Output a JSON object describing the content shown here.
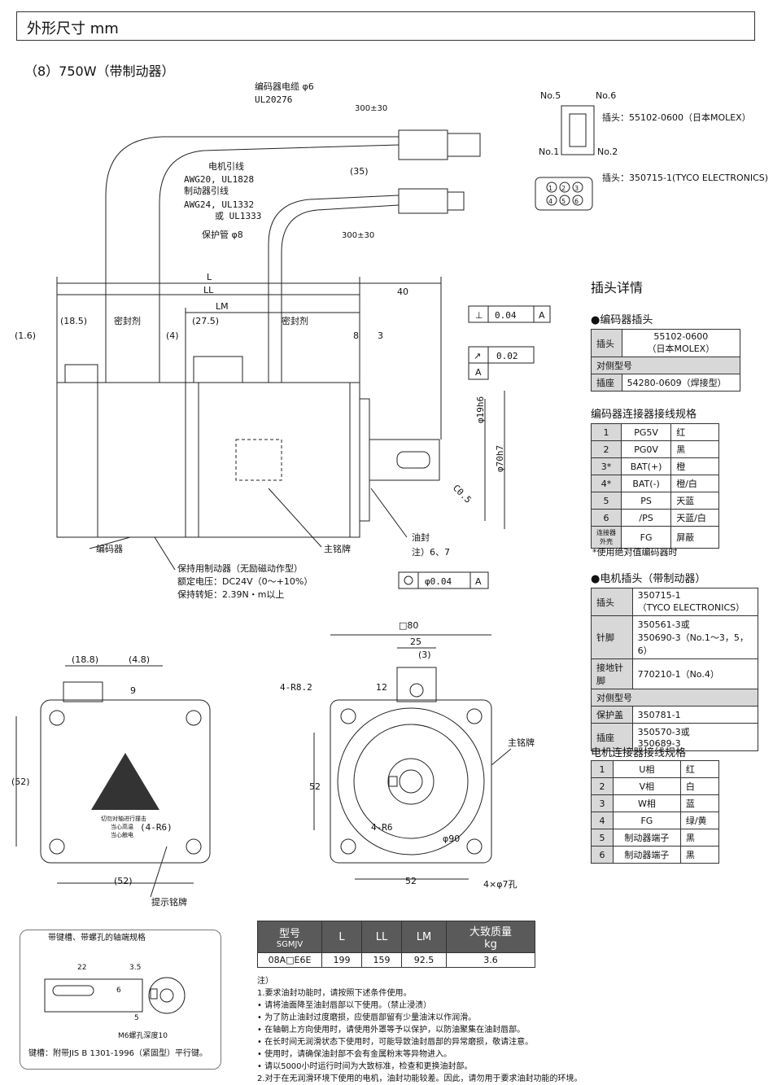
{
  "header": {
    "title": "外形尺寸 mm"
  },
  "subtitle": "（8）750W（带制动器）",
  "side": {
    "plug_detail_title": "插头详情",
    "encoder_plug_title": "●编码器插头",
    "encoder_plug_table": [
      {
        "label": "插头",
        "value_line1": "55102-0600",
        "value_line2": "（日本MOLEX）"
      },
      {
        "label": "对侧型号",
        "span": true
      },
      {
        "label": "插座",
        "value_line1": "54280-0609（焊接型）"
      }
    ],
    "encoder_wiring_title": "编码器连接器接线规格",
    "encoder_wiring": [
      [
        "1",
        "PG5V",
        "红"
      ],
      [
        "2",
        "PG0V",
        "黑"
      ],
      [
        "3*",
        "BAT(+)",
        "橙"
      ],
      [
        "4*",
        "BAT(-)",
        "橙/白"
      ],
      [
        "5",
        "PS",
        "天蓝"
      ],
      [
        "6",
        "/PS",
        "天蓝/白"
      ],
      [
        "连接器外壳",
        "FG",
        "屏蔽"
      ]
    ],
    "encoder_note": "*使用绝对值编码器时",
    "motor_plug_title": "●电机插头（带制动器）",
    "motor_plug_table": [
      {
        "label": "插头",
        "value_line1": "350715-1",
        "value_line2": "（TYCO ELECTRONICS）"
      },
      {
        "label": "针脚",
        "value_line1": "350561-3或",
        "value_line2": "350690-3（No.1～3，5，6）"
      },
      {
        "label": "接地针脚",
        "value_line1": "770210-1（No.4）"
      },
      {
        "label": "对侧型号",
        "span": true
      },
      {
        "label": "保护盖",
        "value_line1": "350781-1"
      },
      {
        "label": "插座",
        "value_line1": "350570-3或",
        "value_line2": "350689-3"
      }
    ],
    "motor_wiring_title": "电机连接器接线规格",
    "motor_wiring": [
      [
        "1",
        "U相",
        "红"
      ],
      [
        "2",
        "V相",
        "白"
      ],
      [
        "3",
        "W相",
        "蓝"
      ],
      [
        "4",
        "FG",
        "绿/黄"
      ],
      [
        "5",
        "制动器端子",
        "黑"
      ],
      [
        "6",
        "制动器端子",
        "黑"
      ]
    ]
  },
  "connector_labels": {
    "no5": "No.5",
    "no6": "No.6",
    "no1": "No.1",
    "no2": "No.2",
    "enc_plug": "插头：55102-0600（日本MOLEX）",
    "motor_plug": "插头：350715-1(TYCO ELECTRONICS)",
    "pins": [
      "1",
      "2",
      "3",
      "4",
      "5",
      "6"
    ]
  },
  "drawing": {
    "enc_cable": "编码器电缆 φ6",
    "enc_cable_spec": "UL20276",
    "len300a": "300±30",
    "motor_lead": "电机引线",
    "motor_lead_spec": "AWG20, UL1828",
    "brake_lead": "制动器引线",
    "brake_lead_spec1": "AWG24, UL1332",
    "brake_lead_spec2": "或 UL1333",
    "dim35": "(35)",
    "protect_tube": "保护管 φ8",
    "len300b": "300±30",
    "L": "L",
    "LL": "LL",
    "LM": "LM",
    "d40": "40",
    "d185": "(18.5)",
    "d16": "(1.6)",
    "d4": "(4)",
    "d275": "(27.5)",
    "d8": "8",
    "d3": "3",
    "seal1": "密封剂",
    "seal2": "密封剂",
    "perp": "⊥",
    "perp_val": "0.04",
    "datumA1": "A",
    "runout": "↗",
    "runout_val": "0.02",
    "datumA2": "A",
    "phi19": "φ19h6",
    "phi70": "φ70h7",
    "c05": "C0.5",
    "encoder": "编码器",
    "nameplate": "主铭牌",
    "oil_seal": "油封",
    "oil_note": "注）6、7",
    "brake_title": "保持用制动器（无励磁动作型）",
    "brake_v": "额定电压：DC24V（0～+10%）",
    "brake_t": "保持转矩：2.39N・m以上",
    "conc_val": "φ0.04",
    "datumA3": "A",
    "sq80": "□80",
    "d25": "25",
    "d3b": "(3)",
    "d12": "12",
    "r82": "4-R8.2",
    "nameplate2": "主铭牌",
    "d52v": "52",
    "r6": "4-R6",
    "phi90": "φ90",
    "d52h": "52",
    "holes": "4×φ7孔",
    "d188": "(18.8)",
    "d48": "(4.8)",
    "d9": "9",
    "d52a": "(52)",
    "r6b": "(4-R6)",
    "d52b": "(52)",
    "warn_plate": "提示铭牌",
    "warn_text1": "切勿对轴进行撞击",
    "warn_text2": "当心高温",
    "warn_text3": "当心触电"
  },
  "inset": {
    "title": "带键槽、带螺孔的轴端规格",
    "d22": "22",
    "d35": "3.5",
    "d6": "6",
    "d5": "5",
    "m6": "M6螺孔深度10",
    "key": "键槽：附带JIS B 1301-1996（紧固型）平行键。"
  },
  "model_table": {
    "h_model1": "型号",
    "h_model2": "SGMJV",
    "h_L": "L",
    "h_LL": "LL",
    "h_LM": "LM",
    "h_mass1": "大致质量",
    "h_mass2": "kg",
    "model": "08A□E6E",
    "L": "199",
    "LL": "159",
    "LM": "92.5",
    "mass": "3.6"
  },
  "notes": [
    "注）",
    "1.要求油封功能时，请按照下述条件使用。",
    "  • 请将油面降至油封唇部以下使用。（禁止浸渍）",
    "  • 为了防止油封过度磨损，应使唇部留有少量油沫以作润滑。",
    "  • 在轴朝上方向使用时，请使用外罩等予以保护，以防油聚集在油封唇部。",
    "  • 在长时间无润滑状态下使用时，可能导致油封唇部的异常磨损，敬请注意。",
    "  • 使用时，请确保油封部不会有金属粉末等异物进入。",
    "  • 请以5000小时运行时间为大致标准，检查和更换油封部。",
    "2.对于在无润滑环境下使用的电机，油封功能较差。因此，请勿用于要求油封功能的环境。"
  ]
}
